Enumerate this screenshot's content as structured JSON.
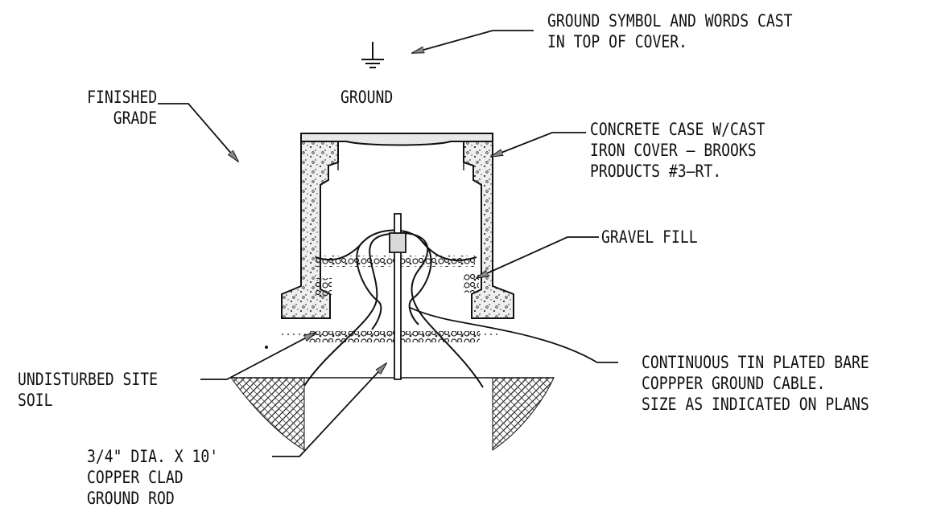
{
  "labels": {
    "ground_symbol": [
      "GROUND SYMBOL AND WORDS CAST",
      "IN TOP OF COVER."
    ],
    "ground_word": "GROUND",
    "finished_grade": [
      "FINISHED",
      "GRADE"
    ],
    "concrete_case": [
      "CONCRETE CASE W/CAST",
      "IRON COVER – BROOKS",
      "PRODUCTS #3–RT."
    ],
    "gravel_fill": "GRAVEL FILL",
    "undisturbed_soil": [
      "UNDISTURBED SITE",
      "SOIL"
    ],
    "copper_cable": [
      "CONTINUOUS TIN PLATED BARE",
      "COPPPER GROUND CABLE.",
      "SIZE AS INDICATED ON PLANS"
    ],
    "ground_rod": [
      "3/4\" DIA. X 10'",
      "COPPER CLAD",
      "GROUND ROD"
    ]
  },
  "colors": {
    "ink": "#111111",
    "hatch": "#222222",
    "background": "#ffffff"
  }
}
